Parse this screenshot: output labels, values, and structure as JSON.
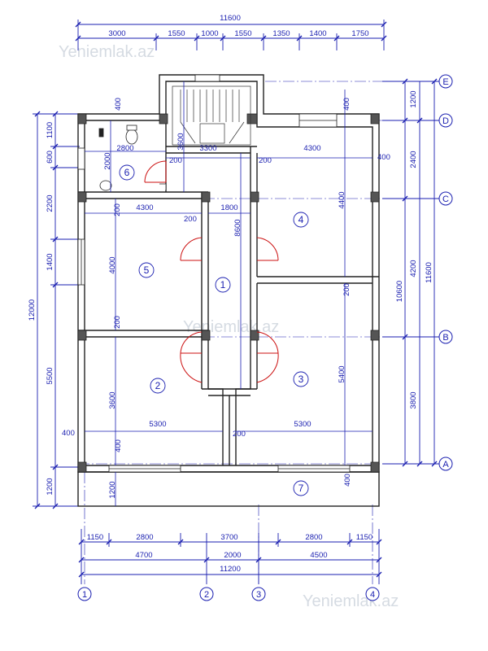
{
  "watermark": "Yeniemlak.az",
  "top_dims": {
    "overall": "11600",
    "segments": [
      "3000",
      "1550",
      "1000",
      "1550",
      "1350",
      "1400",
      "1750"
    ]
  },
  "bottom_dims": {
    "row1": [
      "1150",
      "2800",
      "3700",
      "2800",
      "1150"
    ],
    "row2": [
      "4700",
      "2000",
      "4500"
    ],
    "overall": "11200"
  },
  "left_dims": {
    "outer": [
      "1100",
      "600",
      "2200",
      "1400",
      "5500",
      "1200"
    ],
    "overall": "12000"
  },
  "right_dims": {
    "inner": [
      "1200",
      "2400",
      "4200",
      "3800"
    ],
    "sub_total": "10600",
    "overall": "11600"
  },
  "interior_dims": {
    "d2800": "2800",
    "d2000": "2000",
    "d3600a": "3600",
    "d3300": "3300",
    "d4300top": "4300",
    "d200a": "200",
    "d200b": "200",
    "d400a": "400",
    "d4300": "4300",
    "d200c": "200",
    "d1800": "1800",
    "d8600": "8600",
    "d4400": "4400",
    "d200d": "200",
    "d4000": "4000",
    "d200e": "200",
    "d200f": "200",
    "d5400": "5400",
    "d3600b": "3600",
    "d200g": "200",
    "d5300a": "5300",
    "d5300b": "5300",
    "d400b": "400",
    "d400c": "400",
    "d200h": "200",
    "d400d": "400",
    "d1200": "1200",
    "d400e": "400",
    "d400top": "400",
    "d400right": "400",
    "d200stair": "200"
  },
  "rooms": [
    "1",
    "2",
    "3",
    "4",
    "5",
    "6",
    "7"
  ],
  "axes_horizontal": [
    "E",
    "D",
    "C",
    "B",
    "A"
  ],
  "axes_vertical": [
    "1",
    "2",
    "3",
    "4"
  ]
}
